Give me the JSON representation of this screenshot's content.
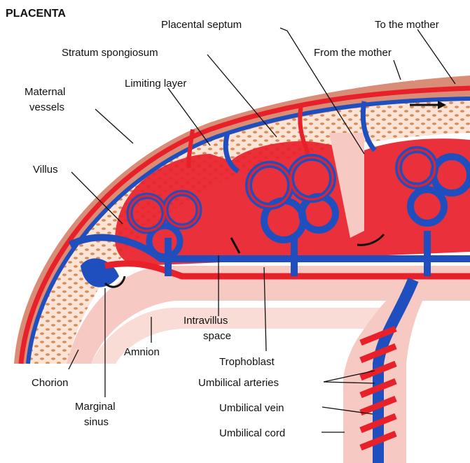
{
  "title": "PLACENTA",
  "labels": {
    "placental_septum": "Placental septum",
    "to_the_mother": "To the mother",
    "stratum_spongiosum": "Stratum spongiosum",
    "from_the_mother": "From the mother",
    "maternal_vessels_1": "Maternal",
    "maternal_vessels_2": "vessels",
    "limiting_layer": "Limiting layer",
    "villus": "Villus",
    "intravillus_1": "Intravillus",
    "intravillus_2": "space",
    "amnion": "Amnion",
    "trophoblast": "Trophoblast",
    "chorion": "Chorion",
    "umbilical_arteries": "Umbilical arteries",
    "marginal_1": "Marginal",
    "marginal_2": "sinus",
    "umbilical_vein": "Umbilical vein",
    "umbilical_cord": "Umbilical cord"
  },
  "colors": {
    "artery": "#e8202a",
    "vein": "#1f4fbf",
    "tissue_outer": "#c97a66",
    "tissue_pink": "#f6c9c2",
    "intervillous": "#e8202a",
    "cells": "#d98b55"
  }
}
